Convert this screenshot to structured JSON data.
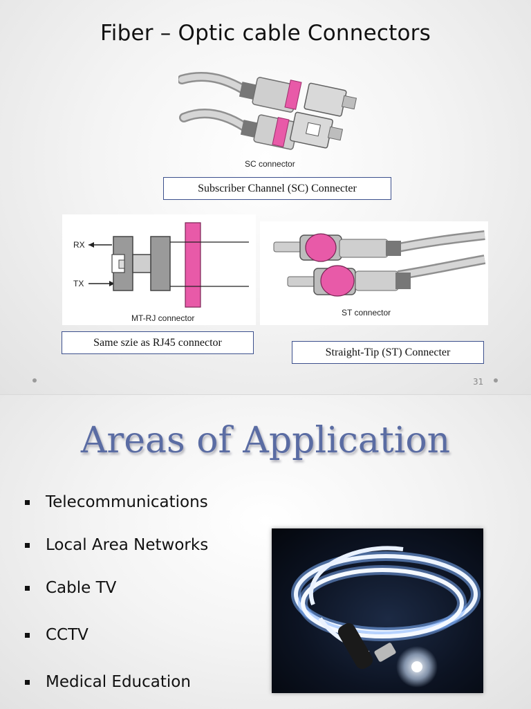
{
  "slide1": {
    "title": "Fiber – Optic cable Connectors",
    "sc_figure": {
      "caption": "SC connector"
    },
    "sc_label": "Subscriber Channel (SC) Connecter",
    "mtrj_figure": {
      "rx": "RX",
      "tx": "TX",
      "caption": "MT-RJ connector"
    },
    "st_figure": {
      "caption": "ST connector"
    },
    "mtrj_label": "Same szie as RJ45 connector",
    "st_label": "Straight-Tip (ST) Connecter",
    "page_number": "31",
    "accent_color": "#e85aa8"
  },
  "slide2": {
    "title": "Areas of Application",
    "bullets": [
      "Telecommunications",
      "Local Area Networks",
      "Cable TV",
      "CCTV",
      "Medical Education"
    ],
    "title_color": "#5a6ca3"
  }
}
